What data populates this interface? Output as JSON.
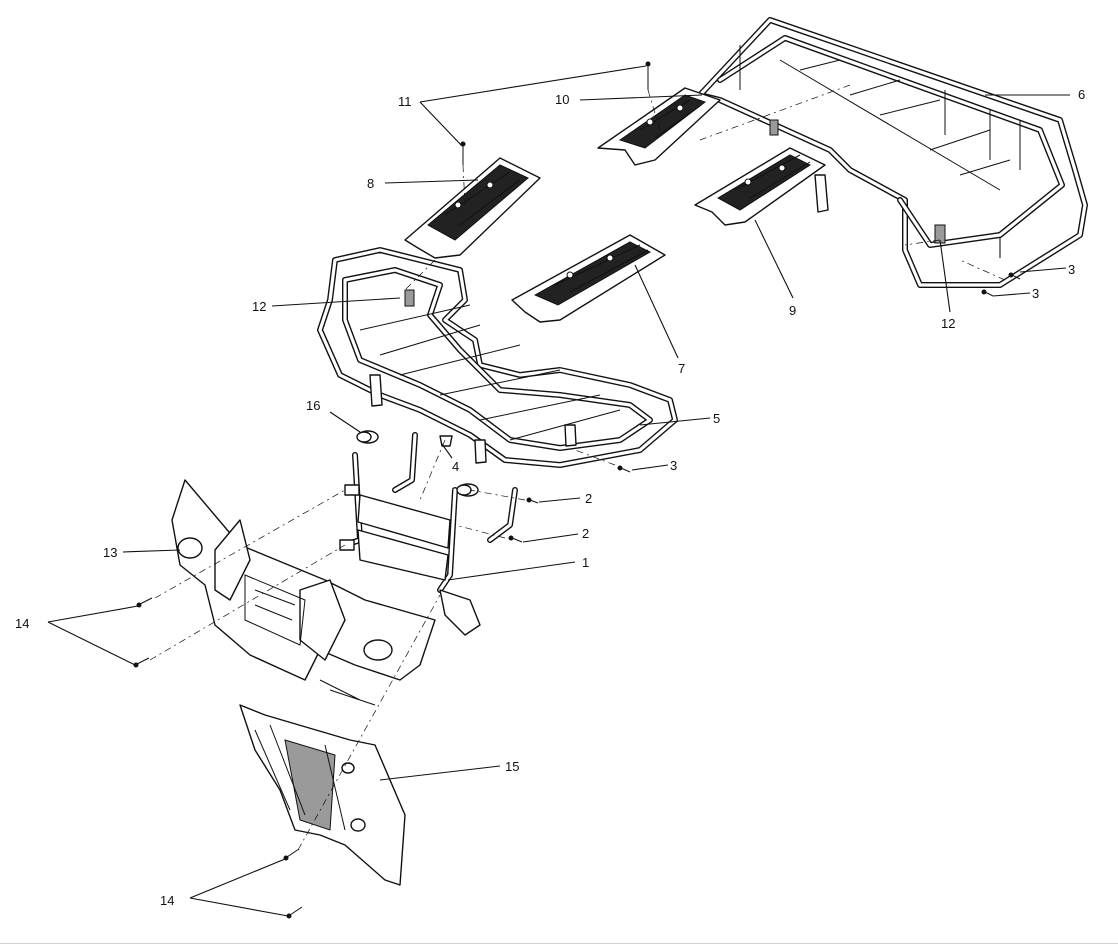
{
  "callouts": [
    {
      "id": "c1",
      "label": "1"
    },
    {
      "id": "c2a",
      "label": "2"
    },
    {
      "id": "c2b",
      "label": "2"
    },
    {
      "id": "c3a",
      "label": "3"
    },
    {
      "id": "c3b",
      "label": "3"
    },
    {
      "id": "c3c",
      "label": "3"
    },
    {
      "id": "c4",
      "label": "4"
    },
    {
      "id": "c5",
      "label": "5"
    },
    {
      "id": "c6",
      "label": "6"
    },
    {
      "id": "c7",
      "label": "7"
    },
    {
      "id": "c8",
      "label": "8"
    },
    {
      "id": "c9",
      "label": "9"
    },
    {
      "id": "c10",
      "label": "10"
    },
    {
      "id": "c11",
      "label": "11"
    },
    {
      "id": "c12a",
      "label": "12"
    },
    {
      "id": "c12b",
      "label": "12"
    },
    {
      "id": "c13",
      "label": "13"
    },
    {
      "id": "c14a",
      "label": "14"
    },
    {
      "id": "c14b",
      "label": "14"
    },
    {
      "id": "c15",
      "label": "15"
    },
    {
      "id": "c16",
      "label": "16"
    }
  ],
  "colors": {
    "ink": "#111111",
    "background": "#ffffff",
    "pad_fill": "#222222"
  }
}
